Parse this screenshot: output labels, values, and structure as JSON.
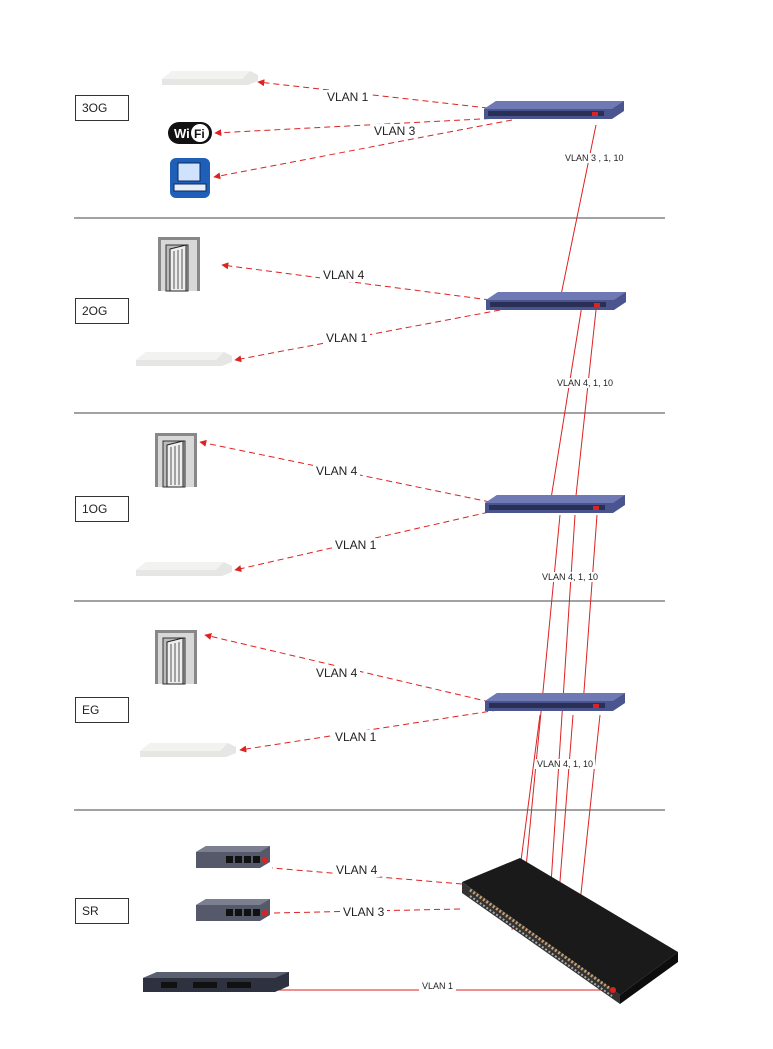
{
  "floors": [
    {
      "id": "3og",
      "label": "3OG"
    },
    {
      "id": "2og",
      "label": "2OG"
    },
    {
      "id": "1og",
      "label": "1OG"
    },
    {
      "id": "eg",
      "label": "EG"
    },
    {
      "id": "sr",
      "label": "SR"
    }
  ],
  "vlan_labels": {
    "f3_vlan1": "VLAN 1",
    "f3_vlan3": "VLAN 3",
    "f2_vlan4": "VLAN 4",
    "f2_vlan1": "VLAN 1",
    "f1_vlan4": "VLAN 4",
    "f1_vlan1": "VLAN 1",
    "eg_vlan4": "VLAN 4",
    "eg_vlan1": "VLAN 1",
    "sr_vlan4": "VLAN 4",
    "sr_vlan3": "VLAN 3",
    "sr_vlan1": "VLAN 1"
  },
  "trunk_labels": {
    "t3": "VLAN 3 , 1, 10",
    "t2": "VLAN 4, 1, 10",
    "t1": "VLAN 4, 1, 10",
    "teg": "VLAN 4, 1, 10"
  },
  "icons": [
    "access-point-icon",
    "wifi-logo-icon",
    "computer-icon",
    "door-icon",
    "network-switch-icon",
    "poe-switch-icon",
    "router-icon",
    "core-switch-icon"
  ],
  "colors": {
    "link": "#dd2222",
    "switch": "#4a5590",
    "divider": "#444444"
  }
}
